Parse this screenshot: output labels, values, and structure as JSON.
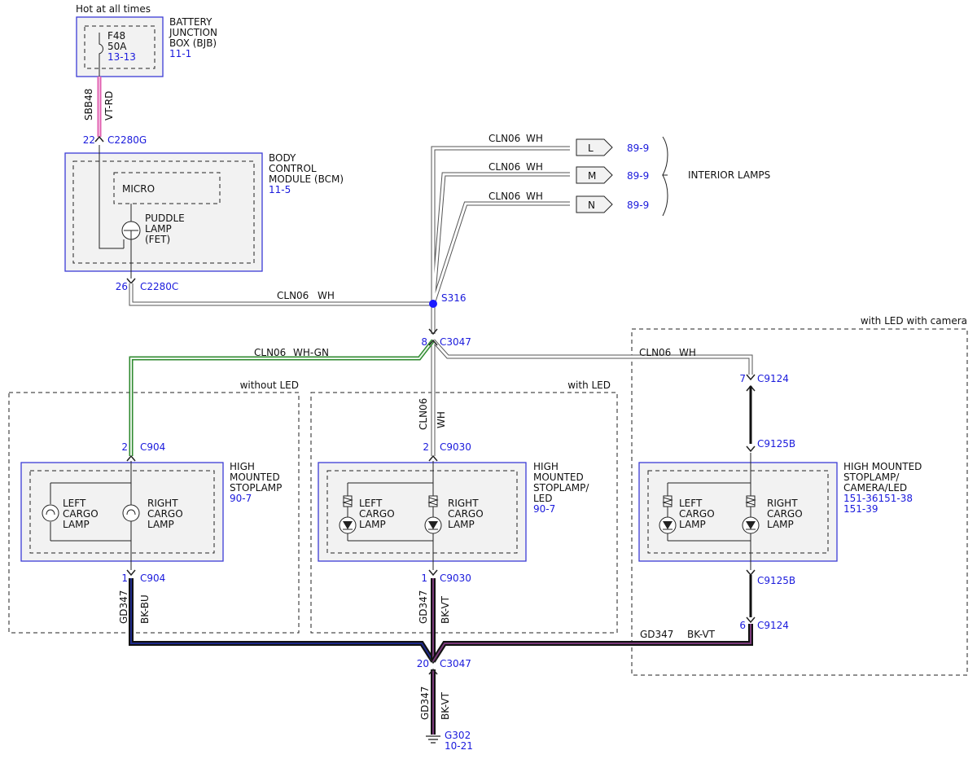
{
  "power": {
    "label": "Hot at all times"
  },
  "bjb": {
    "title": [
      "BATTERY",
      "JUNCTION",
      "BOX (BJB)"
    ],
    "ref": "11-1",
    "fuse": {
      "id": "F48",
      "rating": "50A",
      "ref": "13-13"
    }
  },
  "wires": {
    "sbb48": {
      "circuit": "SBB48",
      "color": "VT-RD"
    },
    "cln06_wh": {
      "circuit": "CLN06",
      "color": "WH"
    },
    "cln06_whgn": {
      "circuit": "CLN06",
      "color": "WH-GN"
    },
    "gd347_bkbu": {
      "circuit": "GD347",
      "color": "BK-BU"
    },
    "gd347_bkvt": {
      "circuit": "GD347",
      "color": "BK-VT"
    }
  },
  "bcm": {
    "title": [
      "BODY",
      "CONTROL",
      "MODULE (BCM)"
    ],
    "ref": "11-5",
    "micro": "MICRO",
    "fet": [
      "PUDDLE",
      "LAMP",
      "(FET)"
    ]
  },
  "connectors": {
    "c2280g": {
      "pin": "22",
      "name": "C2280G"
    },
    "c2280c": {
      "pin": "26",
      "name": "C2280C"
    },
    "c3047_top": {
      "pin": "8",
      "name": "C3047"
    },
    "c3047_bottom": {
      "pin": "20",
      "name": "C3047"
    },
    "c904_top": {
      "pin": "2",
      "name": "C904"
    },
    "c904_bottom": {
      "pin": "1",
      "name": "C904"
    },
    "c9030_top": {
      "pin": "2",
      "name": "C9030"
    },
    "c9030_bottom": {
      "pin": "1",
      "name": "C9030"
    },
    "c9124_top": {
      "pin": "7",
      "name": "C9124"
    },
    "c9124_bottom": {
      "pin": "6",
      "name": "C9124"
    },
    "c9125b_top": {
      "name": "C9125B"
    },
    "c9125b_bottom": {
      "name": "C9125B"
    }
  },
  "splice": {
    "name": "S316"
  },
  "interior_lamps": {
    "label": "INTERIOR LAMPS",
    "items": [
      {
        "letter": "L",
        "ref": "89-9"
      },
      {
        "letter": "M",
        "ref": "89-9"
      },
      {
        "letter": "N",
        "ref": "89-9"
      }
    ]
  },
  "variants": {
    "without_led": "without LED",
    "with_led": "with LED",
    "with_led_camera": "with LED with camera"
  },
  "stoplamp_1": {
    "title": [
      "HIGH",
      "MOUNTED",
      "STOPLAMP"
    ],
    "refs": [
      "90-7"
    ]
  },
  "stoplamp_2": {
    "title": [
      "HIGH",
      "MOUNTED",
      "STOPLAMP/",
      "LED"
    ],
    "refs": [
      "90-7"
    ]
  },
  "stoplamp_3": {
    "title": [
      "HIGH MOUNTED",
      "STOPLAMP/",
      "CAMERA/LED"
    ],
    "refs": [
      "151-36151-38",
      "151-39"
    ]
  },
  "lamps": {
    "left": [
      "LEFT",
      "CARGO",
      "LAMP"
    ],
    "right": [
      "RIGHT",
      "CARGO",
      "LAMP"
    ]
  },
  "ground": {
    "name": "G302",
    "ref": "10-21"
  },
  "colors": {
    "blue_box": "#3b3bd6",
    "ref_text": "#1a1adc",
    "sbb48_wire": "#e05fb0",
    "whgn_wire": "#2f8a2f",
    "bkbu_wire": "#1a1a5e",
    "bkvt_wire": "#5a2a5a"
  }
}
